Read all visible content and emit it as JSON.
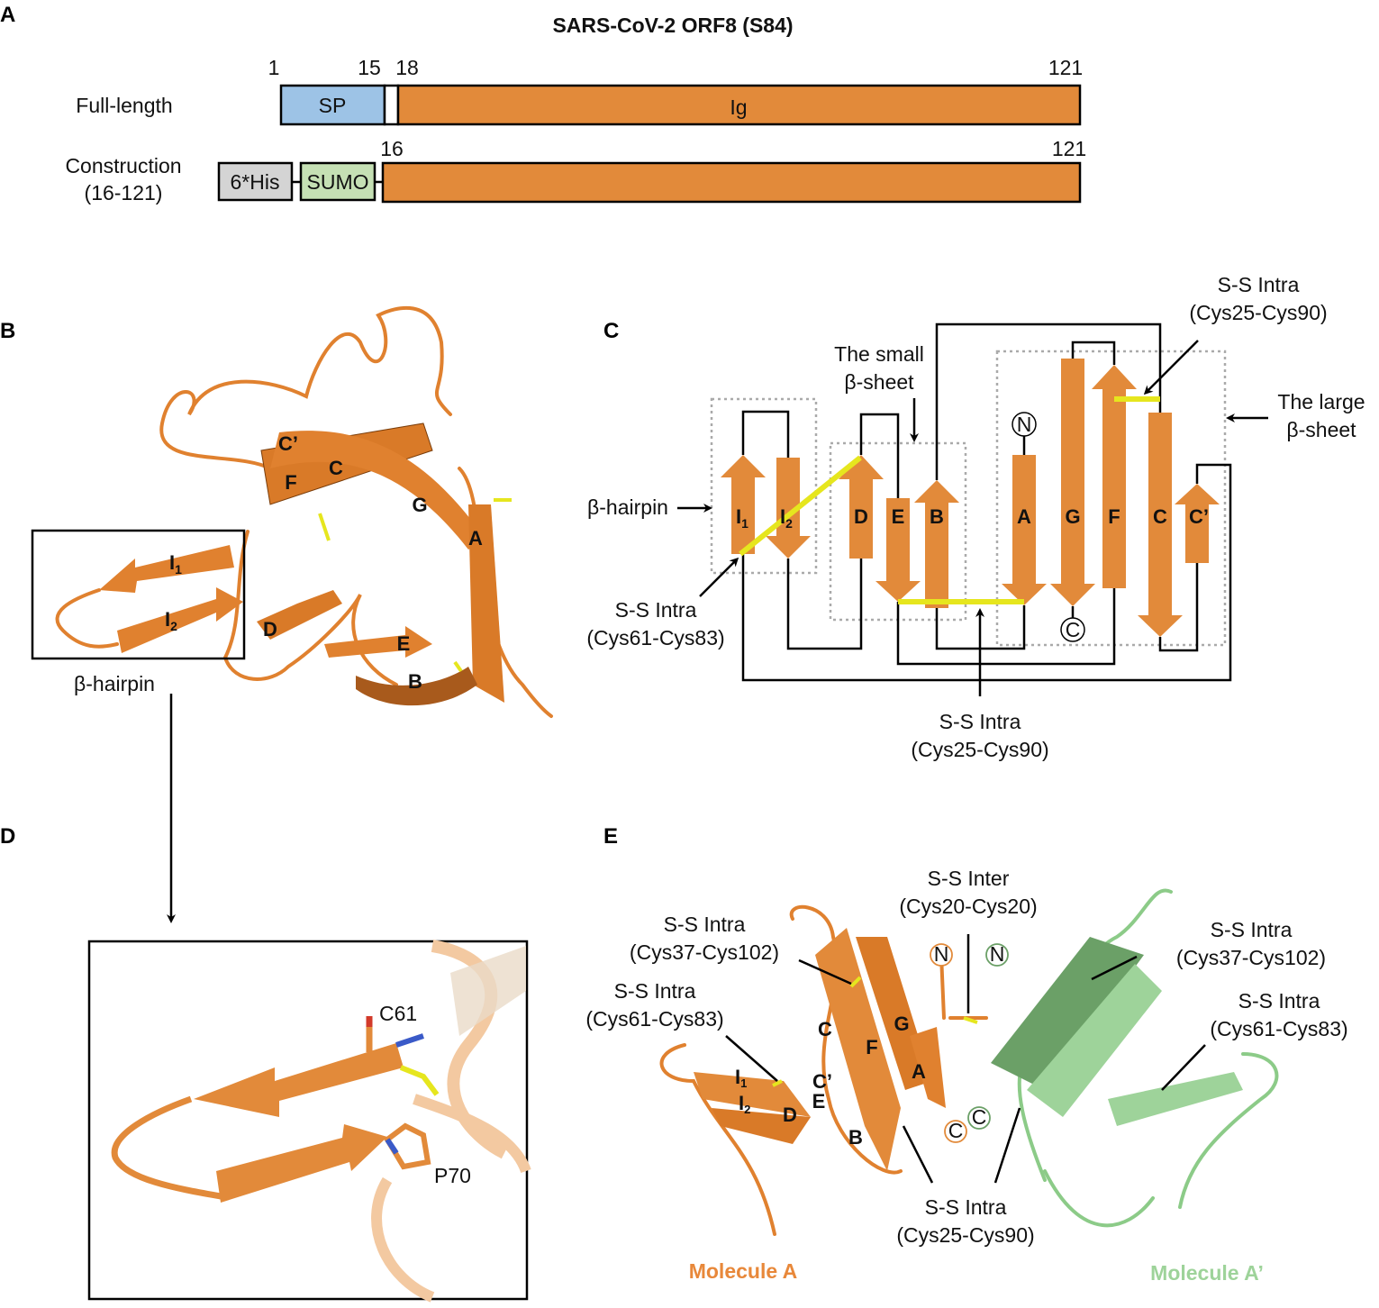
{
  "panels": {
    "a": "A",
    "b": "B",
    "c": "C",
    "d": "D",
    "e": "E"
  },
  "colors": {
    "orange": "#E28A3A",
    "sp": "#9DC3E6",
    "his": "#D4D4D4",
    "sumo": "#C5E0B4",
    "disulfide": "#E6E61E",
    "green": "#9ED39A"
  },
  "panel_a": {
    "title": "SARS-CoV-2 ORF8 (S84)",
    "full_length": {
      "label": "Full-length",
      "pos_1": "1",
      "pos_15": "15",
      "pos_18": "18",
      "pos_121": "121",
      "sp": "SP",
      "ig": "Ig"
    },
    "construction": {
      "label": "Construction",
      "range": "(16-121)",
      "his": "6*His",
      "sumo": "SUMO",
      "pos_16": "16",
      "pos_121": "121"
    }
  },
  "panel_b": {
    "strands": [
      "C’",
      "C",
      "F",
      "G",
      "A",
      "I",
      "1",
      "I",
      "2",
      "D",
      "E",
      "B"
    ],
    "hairpin": "β-hairpin"
  },
  "panel_c": {
    "strands": {
      "i1": "I",
      "i1_sub": "1",
      "i2": "I",
      "i2_sub": "2",
      "d": "D",
      "e": "E",
      "b": "B",
      "a": "A",
      "g": "G",
      "f": "F",
      "c": "C",
      "cp": "C’"
    },
    "n_term": "N",
    "c_term": "C",
    "hairpin": "β-hairpin",
    "small_sheet": [
      "The small",
      "β-sheet"
    ],
    "large_sheet": [
      "The large",
      "β-sheet"
    ],
    "ss_top": [
      "S-S Intra",
      "(Cys25-Cys90)"
    ],
    "ss_left": [
      "S-S Intra",
      "(Cys61-Cys83)"
    ],
    "ss_bottom": [
      "S-S Intra",
      "(Cys25-Cys90)"
    ]
  },
  "panel_d": {
    "c61": "C61",
    "p70": "P70"
  },
  "panel_e": {
    "ss_inter": [
      "S-S Inter",
      "(Cys20-Cys20)"
    ],
    "ss_left1": [
      "S-S Intra",
      "(Cys37-Cys102)"
    ],
    "ss_left2": [
      "S-S Intra",
      "(Cys61-Cys83)"
    ],
    "ss_right1": [
      "S-S Intra",
      "(Cys37-Cys102)"
    ],
    "ss_right2": [
      "S-S Intra",
      "(Cys61-Cys83)"
    ],
    "ss_bottom": [
      "S-S Intra",
      "(Cys25-Cys90)"
    ],
    "strands": [
      "C",
      "G",
      "F",
      "A",
      "C’",
      "E",
      "D",
      "B",
      "I",
      "1",
      "I",
      "2"
    ],
    "n": "N",
    "c": "C",
    "mol_a": "Molecule A",
    "mol_a2": "Molecule A’"
  }
}
